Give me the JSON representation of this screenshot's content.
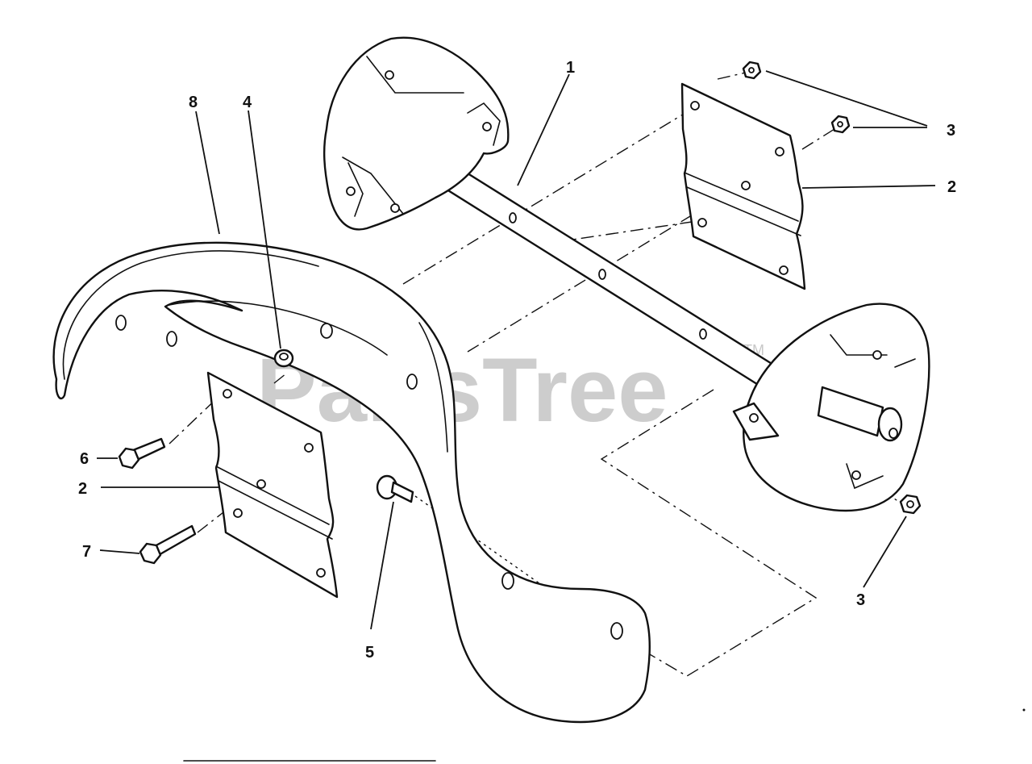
{
  "watermark": {
    "brand": "PartsTree",
    "trademark": "TM"
  },
  "callouts": {
    "c1": "1",
    "c2a": "2",
    "c2b": "2",
    "c3a": "3",
    "c3b": "3",
    "c4": "4",
    "c5": "5",
    "c6": "6",
    "c7": "7",
    "c8": "8"
  }
}
